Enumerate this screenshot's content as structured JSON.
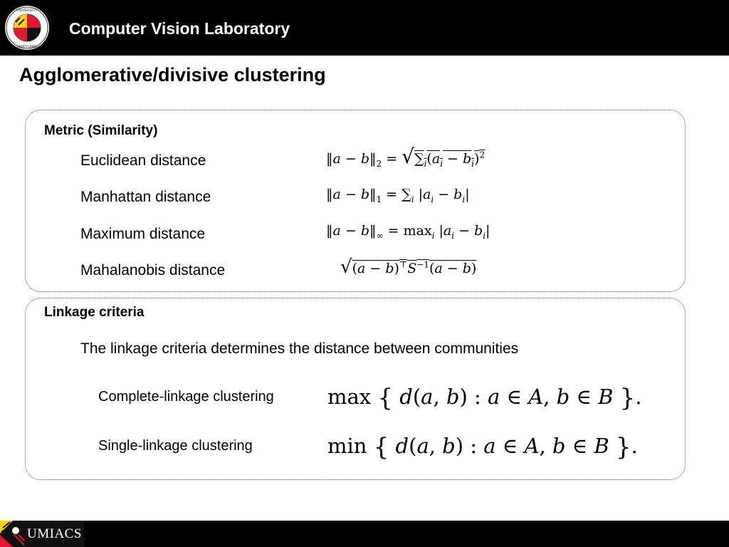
{
  "header": {
    "title": "Computer Vision Laboratory",
    "logo_text": "UNIVERSITY OF MARYLAND"
  },
  "slide": {
    "title": "Agglomerative/divisive clustering"
  },
  "metric_section": {
    "heading": "Metric (Similarity)",
    "items": [
      {
        "label": "Euclidean distance",
        "formula": "‖a − b‖₂ = √Σᵢ(aᵢ − bᵢ)²"
      },
      {
        "label": "Manhattan distance",
        "formula": "‖a − b‖₁ = Σᵢ |aᵢ − bᵢ|"
      },
      {
        "label": "Maximum distance",
        "formula": "‖a − b‖∞ = maxᵢ |aᵢ − bᵢ|"
      },
      {
        "label": "Mahalanobis distance",
        "formula": "√((a − b)ᵀ S⁻¹ (a − b))"
      }
    ]
  },
  "linkage_section": {
    "heading": "Linkage criteria",
    "description": "The linkage criteria determines the distance between communities",
    "items": [
      {
        "label": "Complete-linkage clustering",
        "formula": "max { d(a, b) : a ∈ A, b ∈ B }."
      },
      {
        "label": "Single-linkage clustering",
        "formula": "min { d(a, b) : a ∈ A, b ∈ B }."
      }
    ]
  },
  "footer": {
    "org": "UMIACS"
  },
  "colors": {
    "bar": "#000000",
    "maryland_red": "#e21833",
    "maryland_gold": "#ffd200"
  }
}
